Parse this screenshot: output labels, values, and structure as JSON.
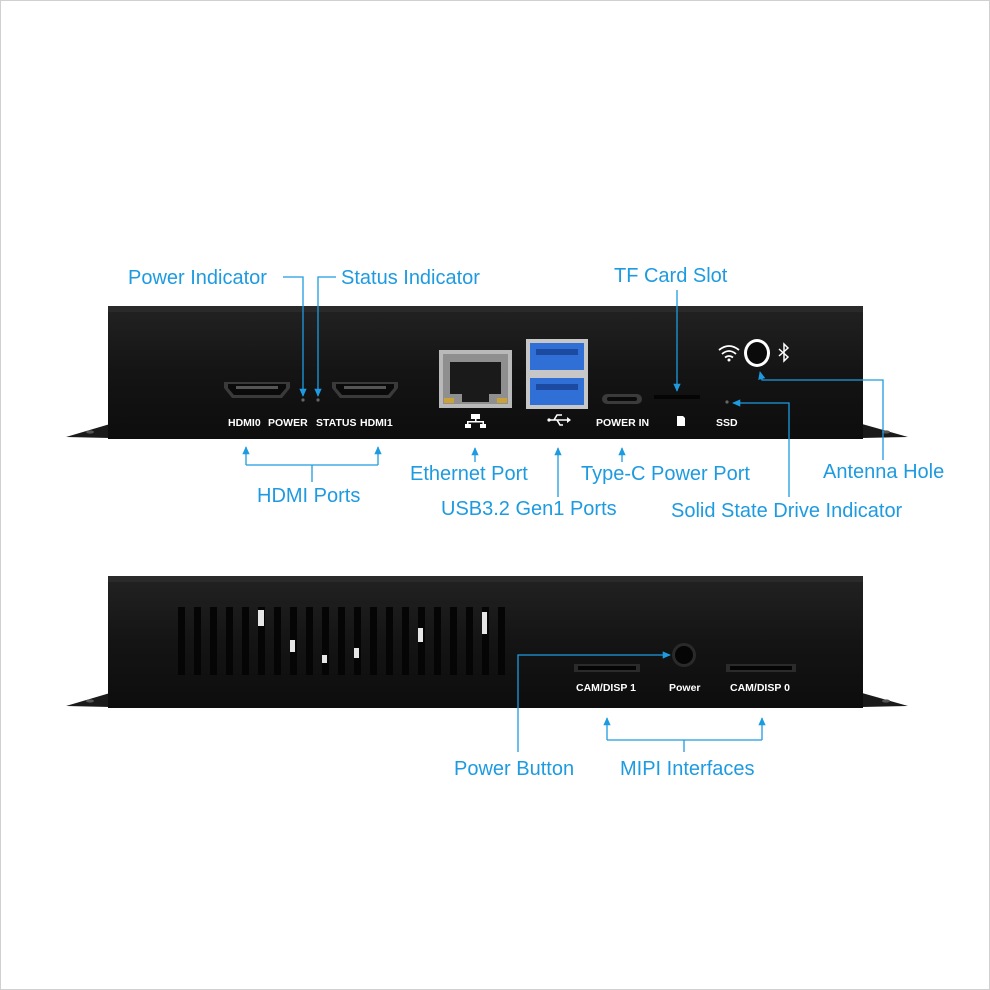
{
  "colors": {
    "accent": "#1e9be0",
    "case": "#161616",
    "case_edge": "#2a2a2a",
    "port_text": "#ffffff",
    "usb_blue": "#2f6fd6"
  },
  "front_panel": {
    "port_labels": {
      "hdmi0": "HDMI0",
      "power": "POWER",
      "status": "STATUS",
      "hdmi1": "HDMI1",
      "power_in": "POWER IN",
      "ssd": "SSD"
    },
    "icons": [
      "ethernet-icon",
      "usb-icon",
      "sd-card-icon",
      "wifi-icon",
      "bluetooth-icon"
    ],
    "callouts": {
      "power_indicator": "Power Indicator",
      "status_indicator": "Status Indicator",
      "tf_card_slot": "TF Card Slot",
      "hdmi_ports": "HDMI Ports",
      "ethernet_port": "Ethernet Port",
      "usb_ports": "USB3.2 Gen1 Ports",
      "type_c_power_port": "Type-C Power Port",
      "antenna_hole": "Antenna Hole",
      "ssd_indicator": "Solid State Drive Indicator"
    }
  },
  "back_panel": {
    "port_labels": {
      "cam_disp_1": "CAM/DISP 1",
      "power": "Power",
      "cam_disp_0": "CAM/DISP 0"
    },
    "callouts": {
      "power_button": "Power Button",
      "mipi_interfaces": "MIPI Interfaces"
    }
  }
}
